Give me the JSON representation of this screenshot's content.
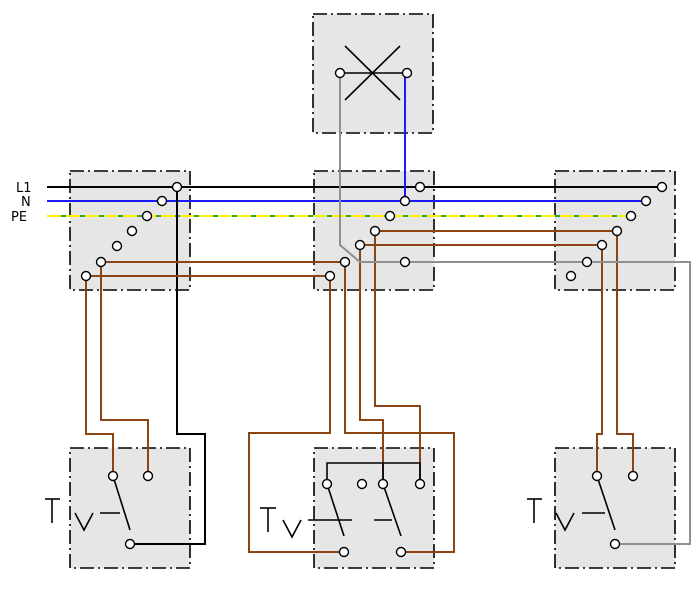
{
  "diagram": {
    "conductor_labels": {
      "l1": "L1",
      "n": "N",
      "pe": "PE"
    },
    "colors": {
      "l1": "#000000",
      "n": "#1a1aff",
      "pe_base": "#3aa03a",
      "pe_stripe": "#ffee00",
      "switch_wire": "#8b4513",
      "lamp_wire": "#909090",
      "box_fill": "#e6e6e6"
    },
    "components": [
      "lamp-box",
      "junction-box-left",
      "junction-box-center",
      "junction-box-right",
      "two-way-switch-left",
      "intermediate-switch-center",
      "two-way-switch-right"
    ]
  }
}
